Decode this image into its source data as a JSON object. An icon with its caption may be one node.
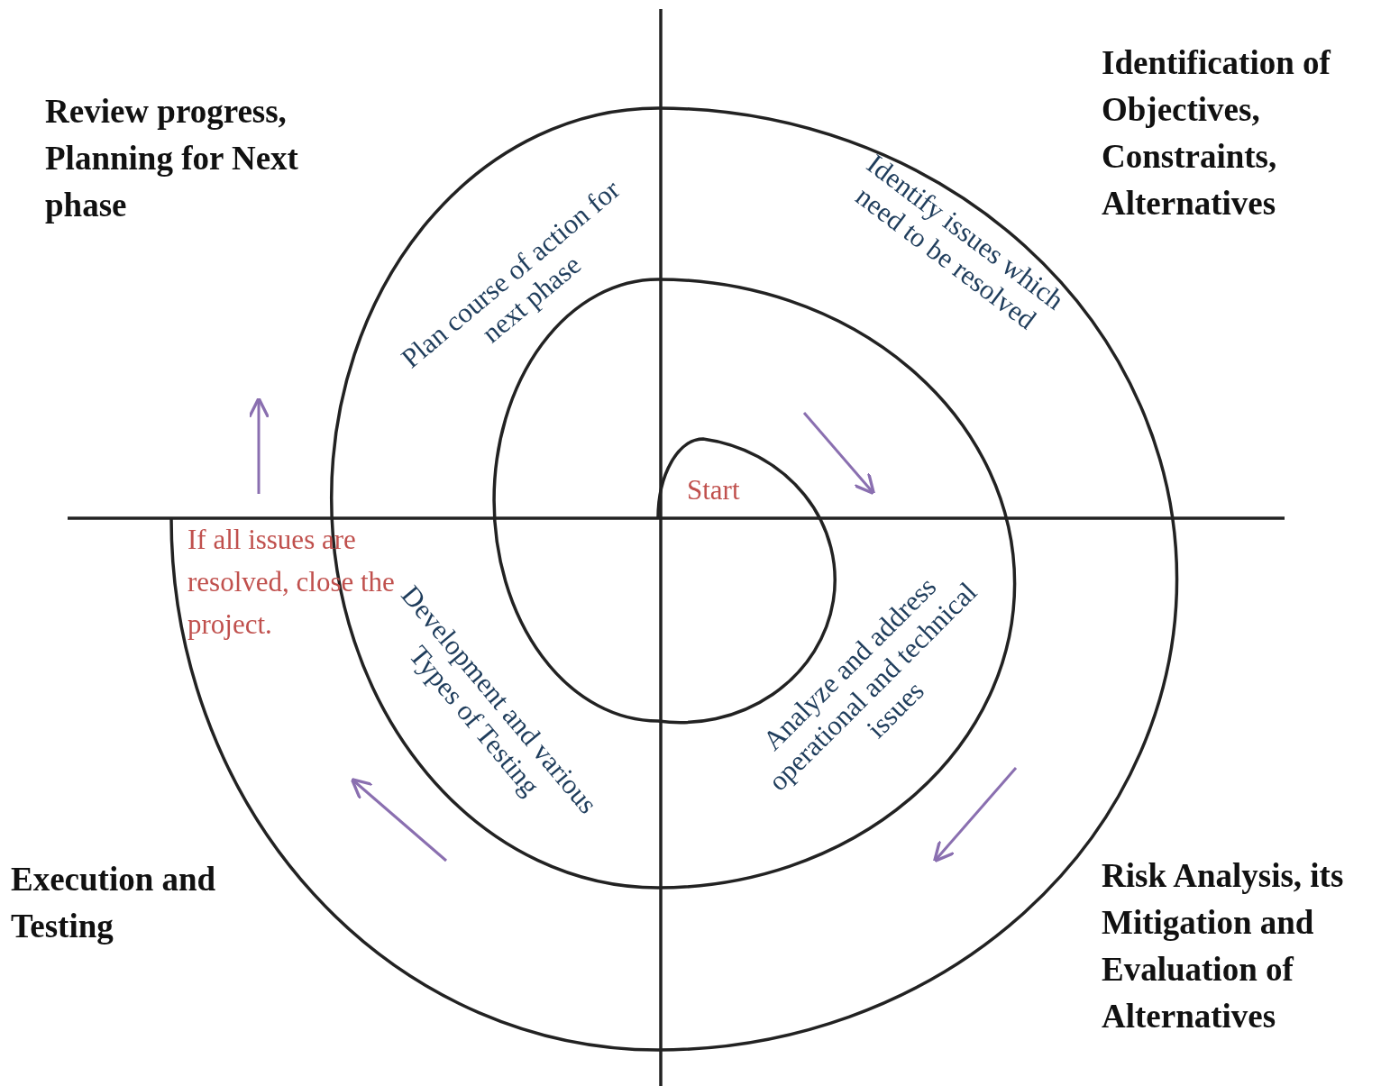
{
  "diagram": {
    "labels": [
      "Review progress, Planning for Next phase",
      "Identification of Objectives, Constraints, Alternatives",
      "Plan course of action for next phase",
      "Identify issues which need to be resolved",
      "Start",
      "If all issues are resolved, close the project.",
      "Development and various Types of Testing",
      "Analyze and address operational and technical issues",
      "Execution and Testing",
      "Risk Analysis, its Mitigation and Evaluation of Alternatives"
    ]
  }
}
